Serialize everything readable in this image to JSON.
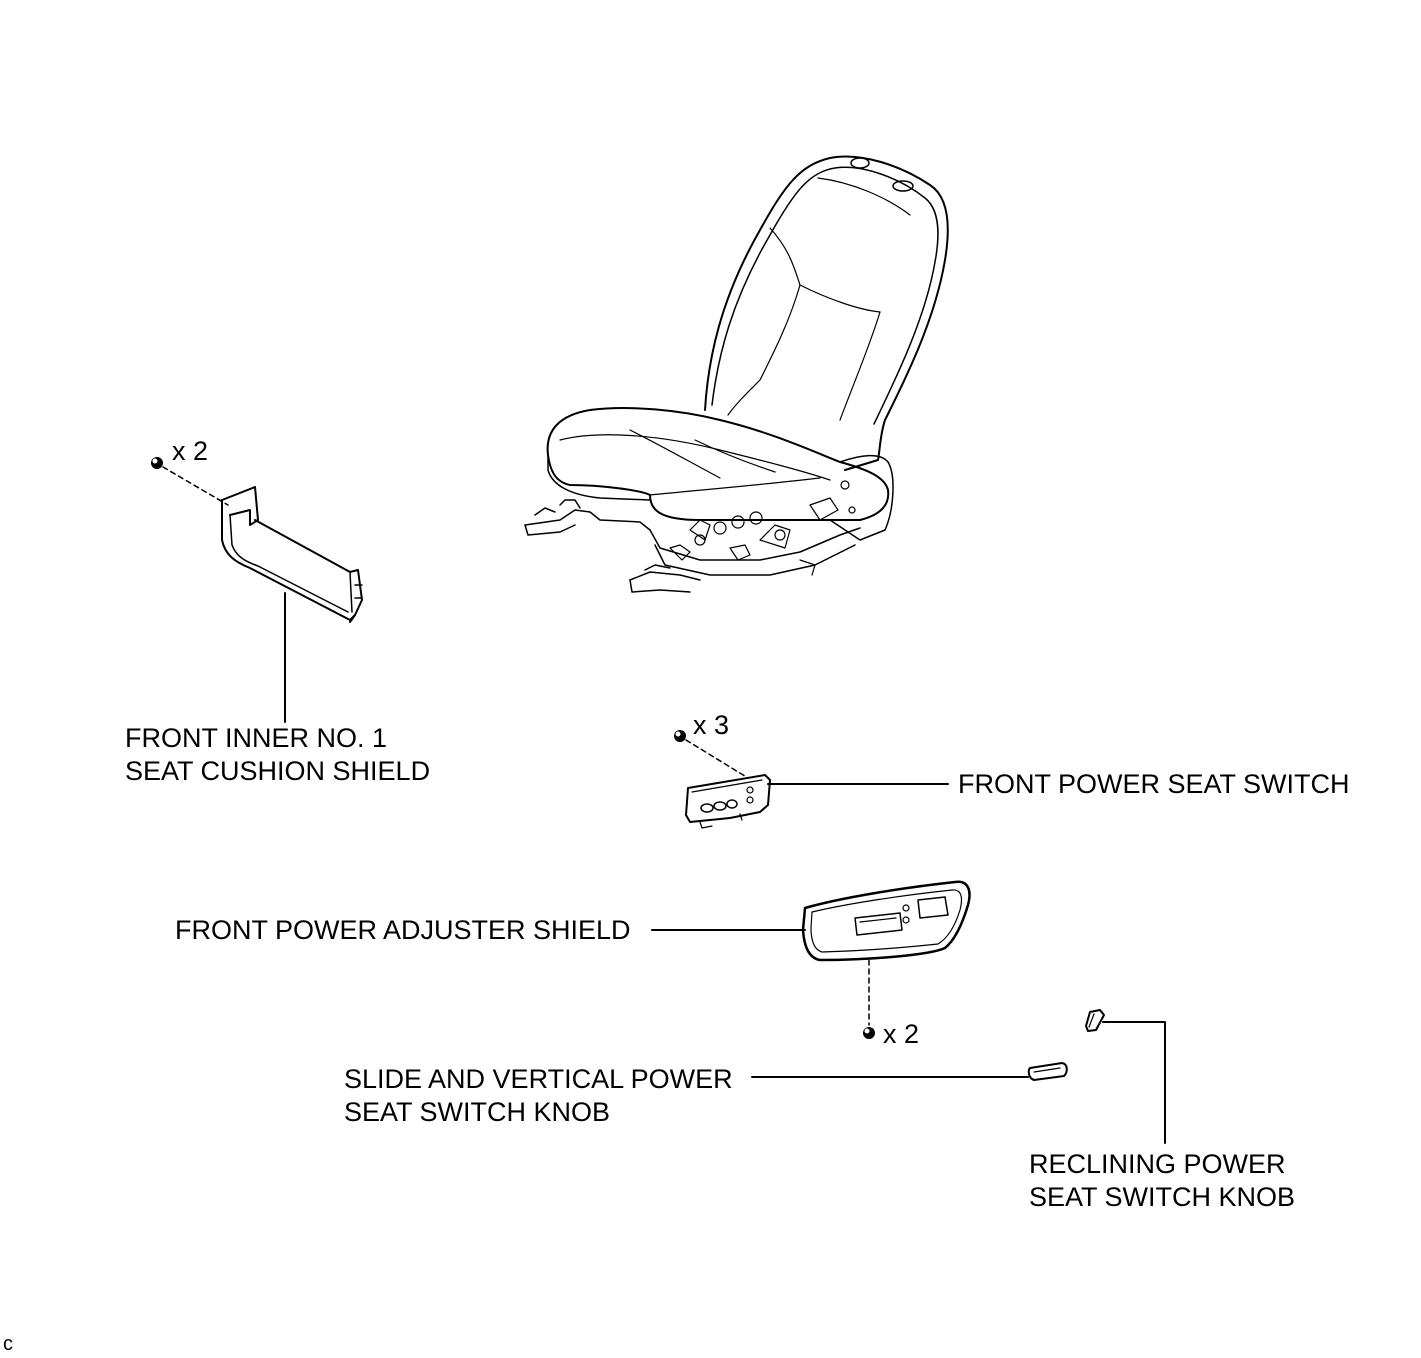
{
  "labels": {
    "inner_shield": {
      "line1": "FRONT INNER NO. 1",
      "line2": "SEAT CUSHION SHIELD"
    },
    "seat_switch": "FRONT POWER SEAT SWITCH",
    "adjuster_shield": "FRONT POWER ADJUSTER SHIELD",
    "slide_knob": {
      "line1": "SLIDE AND VERTICAL POWER",
      "line2": "SEAT SWITCH KNOB"
    },
    "reclining_knob": {
      "line1": "RECLINING POWER",
      "line2": "SEAT SWITCH KNOB"
    }
  },
  "quantities": {
    "inner_shield_screws": "x 2",
    "seat_switch_screws": "x 3",
    "adjuster_shield_screws": "x 2"
  },
  "corner_code": "c",
  "colors": {
    "ink": "#000000",
    "background": "#ffffff"
  }
}
